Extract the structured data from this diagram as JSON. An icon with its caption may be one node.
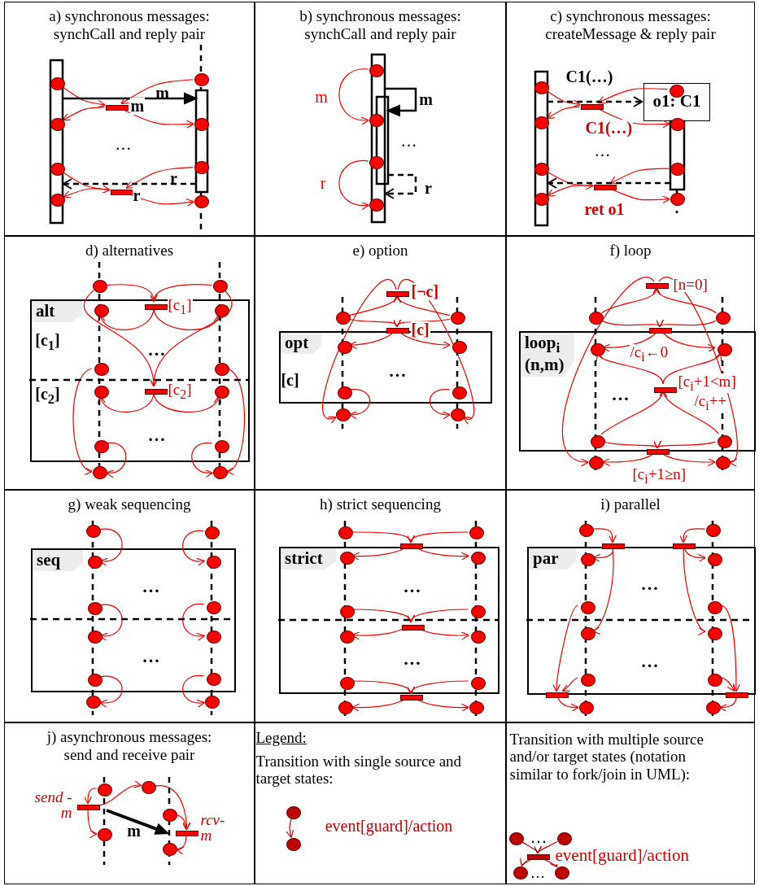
{
  "diagram": {
    "nodes": [
      {
        "text": [
          "a) synchronous messages: synchCall and reply pair",
          "m",
          "…",
          "r"
        ]
      },
      {
        "text": [],
        "shape": "circle",
        "in": 0
      },
      {
        "text": [],
        "shape": "circle",
        "in": 0
      },
      {
        "text": [],
        "shape": "bar",
        "in": 0,
        "beside": [
          "m"
        ]
      },
      {
        "text": [],
        "shape": "circle",
        "in": 0
      },
      {
        "text": [],
        "shape": "circle",
        "in": 0
      },
      {
        "text": [],
        "shape": "circle",
        "in": 0
      },
      {
        "text": [],
        "shape": "circle",
        "in": 0
      },
      {
        "text": [],
        "shape": "bar",
        "in": 0,
        "beside": [
          "r"
        ]
      },
      {
        "text": [],
        "shape": "circle",
        "in": 0
      },
      {
        "text": [],
        "shape": "circle",
        "in": 0
      },
      {
        "text": [
          "b) synchronous messages: synchCall and reply pair",
          "m",
          "…",
          "r"
        ]
      },
      {
        "text": [],
        "shape": "circle",
        "in": 11
      },
      {
        "text": [],
        "shape": "circle",
        "in": 11
      },
      {
        "text": [],
        "shape": "circle",
        "in": 11
      },
      {
        "text": [],
        "shape": "circle",
        "in": 11
      },
      {
        "text": [
          "c) synchronous messages: createMessage & reply pair",
          "C1(…)",
          "…"
        ]
      },
      {
        "text": [],
        "shape": "circle",
        "in": 16
      },
      {
        "text": [
          "o1: C1"
        ],
        "in": 16
      },
      {
        "text": [],
        "shape": "circle",
        "in": 18
      },
      {
        "text": [],
        "shape": "bar",
        "in": 16,
        "beside": [
          "C1(…)"
        ]
      },
      {
        "text": [],
        "shape": "circle",
        "in": 16
      },
      {
        "text": [],
        "shape": "circle",
        "in": 16
      },
      {
        "text": [],
        "shape": "circle",
        "in": 16
      },
      {
        "text": [],
        "shape": "circle",
        "in": 16
      },
      {
        "text": [],
        "shape": "bar",
        "in": 16,
        "beside": [
          "ret o1"
        ]
      },
      {
        "text": [],
        "shape": "circle",
        "in": 16
      },
      {
        "text": [],
        "shape": "circle",
        "in": 16
      },
      {
        "text": [
          "d) alternatives"
        ]
      },
      {
        "text": [
          "alt",
          "[c$_{1}$]",
          "[c$_{2}$]",
          "…",
          "…"
        ],
        "in": 28
      },
      {
        "text": [],
        "shape": "circle",
        "in": 28
      },
      {
        "text": [],
        "shape": "circle",
        "in": 28
      },
      {
        "text": [],
        "shape": "circle",
        "in": 29
      },
      {
        "text": [],
        "shape": "bar",
        "in": 29,
        "beside": [
          "[c$_{1}$]"
        ]
      },
      {
        "text": [],
        "shape": "circle",
        "in": 29
      },
      {
        "text": [],
        "shape": "circle",
        "in": 29
      },
      {
        "text": [],
        "shape": "circle",
        "in": 29
      },
      {
        "text": [],
        "shape": "circle",
        "in": 29
      },
      {
        "text": [],
        "shape": "bar",
        "in": 29,
        "beside": [
          "[c$_{2}$]"
        ]
      },
      {
        "text": [],
        "shape": "circle",
        "in": 29
      },
      {
        "text": [],
        "shape": "circle",
        "in": 29
      },
      {
        "text": [],
        "shape": "circle",
        "in": 29
      },
      {
        "text": [],
        "shape": "circle",
        "in": 28
      },
      {
        "text": [],
        "shape": "circle",
        "in": 28
      },
      {
        "text": [
          "e) option"
        ]
      },
      {
        "text": [
          "opt",
          "[c]",
          "…"
        ],
        "in": 44
      },
      {
        "text": [],
        "shape": "bar",
        "in": 44,
        "beside": [
          "[¬c]"
        ]
      },
      {
        "text": [],
        "shape": "circle",
        "in": 44
      },
      {
        "text": [],
        "shape": "circle",
        "in": 44
      },
      {
        "text": [],
        "shape": "bar",
        "in": 44,
        "beside": [
          "[c]"
        ]
      },
      {
        "text": [],
        "shape": "circle",
        "in": 45
      },
      {
        "text": [],
        "shape": "circle",
        "in": 45
      },
      {
        "text": [],
        "shape": "circle",
        "in": 45
      },
      {
        "text": [],
        "shape": "circle",
        "in": 45
      },
      {
        "text": [],
        "shape": "circle",
        "in": 44
      },
      {
        "text": [],
        "shape": "circle",
        "in": 44
      },
      {
        "text": [
          "f) loop"
        ]
      },
      {
        "text": [
          "loop$_{i}$ (n,m)",
          "…"
        ],
        "in": 56
      },
      {
        "text": [],
        "shape": "bar",
        "in": 56,
        "beside": [
          "[n=0]"
        ]
      },
      {
        "text": [],
        "shape": "circle",
        "in": 56
      },
      {
        "text": [],
        "shape": "circle",
        "in": 56
      },
      {
        "text": [],
        "shape": "bar",
        "in": 56,
        "beside": [
          "/c$_{i}$←0"
        ]
      },
      {
        "text": [],
        "shape": "circle",
        "in": 57
      },
      {
        "text": [],
        "shape": "circle",
        "in": 57
      },
      {
        "text": [],
        "shape": "bar",
        "in": 57,
        "beside": [
          "[c$_{i}$+1<m]",
          "/c$_{i}$++"
        ]
      },
      {
        "text": [],
        "shape": "circle",
        "in": 57
      },
      {
        "text": [],
        "shape": "circle",
        "in": 57
      },
      {
        "text": [],
        "shape": "bar",
        "in": 56,
        "beside": [
          "[c$_{i}$+1≥n]"
        ]
      },
      {
        "text": [],
        "shape": "circle",
        "in": 56
      },
      {
        "text": [],
        "shape": "circle",
        "in": 56
      },
      {
        "text": [
          "g) weak sequencing"
        ]
      },
      {
        "text": [
          "seq",
          "…",
          "…"
        ],
        "in": 70
      },
      {
        "text": [],
        "shape": "circle",
        "in": 70
      },
      {
        "text": [],
        "shape": "circle",
        "in": 70
      },
      {
        "text": [],
        "shape": "circle",
        "in": 71
      },
      {
        "text": [],
        "shape": "circle",
        "in": 71
      },
      {
        "text": [],
        "shape": "circle",
        "in": 71
      },
      {
        "text": [],
        "shape": "circle",
        "in": 71
      },
      {
        "text": [],
        "shape": "circle",
        "in": 71
      },
      {
        "text": [],
        "shape": "circle",
        "in": 71
      },
      {
        "text": [],
        "shape": "circle",
        "in": 71
      },
      {
        "text": [],
        "shape": "circle",
        "in": 71
      },
      {
        "text": [],
        "shape": "circle",
        "in": 70
      },
      {
        "text": [],
        "shape": "circle",
        "in": 70
      },
      {
        "text": [
          "h) strict sequencing"
        ]
      },
      {
        "text": [
          "strict",
          "…",
          "…"
        ],
        "in": 84
      },
      {
        "text": [],
        "shape": "circle",
        "in": 84
      },
      {
        "text": [],
        "shape": "circle",
        "in": 84
      },
      {
        "text": [],
        "shape": "bar",
        "in": 84
      },
      {
        "text": [],
        "shape": "circle",
        "in": 85
      },
      {
        "text": [],
        "shape": "circle",
        "in": 85
      },
      {
        "text": [],
        "shape": "circle",
        "in": 85
      },
      {
        "text": [],
        "shape": "circle",
        "in": 85
      },
      {
        "text": [],
        "shape": "bar",
        "in": 85
      },
      {
        "text": [],
        "shape": "circle",
        "in": 85
      },
      {
        "text": [],
        "shape": "circle",
        "in": 85
      },
      {
        "text": [],
        "shape": "circle",
        "in": 85
      },
      {
        "text": [],
        "shape": "circle",
        "in": 85
      },
      {
        "text": [],
        "shape": "bar",
        "in": 84
      },
      {
        "text": [],
        "shape": "circle",
        "in": 84
      },
      {
        "text": [],
        "shape": "circle",
        "in": 84
      },
      {
        "text": [
          "i) parallel"
        ]
      },
      {
        "text": [
          "par",
          "…",
          "…"
        ],
        "in": 101
      },
      {
        "text": [],
        "shape": "circle",
        "in": 101
      },
      {
        "text": [],
        "shape": "circle",
        "in": 101
      },
      {
        "text": [],
        "shape": "bar",
        "in": 101
      },
      {
        "text": [],
        "shape": "bar",
        "in": 101
      },
      {
        "text": [],
        "shape": "circle",
        "in": 102
      },
      {
        "text": [],
        "shape": "circle",
        "in": 102
      },
      {
        "text": [],
        "shape": "circle",
        "in": 102
      },
      {
        "text": [],
        "shape": "circle",
        "in": 102
      },
      {
        "text": [],
        "shape": "circle",
        "in": 102
      },
      {
        "text": [],
        "shape": "circle",
        "in": 102
      },
      {
        "text": [],
        "shape": "circle",
        "in": 102
      },
      {
        "text": [],
        "shape": "circle",
        "in": 102
      },
      {
        "text": [],
        "shape": "bar",
        "in": 101
      },
      {
        "text": [],
        "shape": "bar",
        "in": 101
      },
      {
        "text": [],
        "shape": "circle",
        "in": 101
      },
      {
        "text": [],
        "shape": "circle",
        "in": 101
      },
      {
        "text": [
          "j) asynchronous messages: send and receive pair",
          "m"
        ]
      },
      {
        "text": [],
        "shape": "circle",
        "in": 119
      },
      {
        "text": [],
        "shape": "circle",
        "in": 119
      },
      {
        "text": [],
        "shape": "bar",
        "in": 119,
        "beside": [
          "send -m"
        ]
      },
      {
        "text": [],
        "shape": "circle",
        "in": 119
      },
      {
        "text": [],
        "shape": "bar",
        "in": 119,
        "beside": [
          "rcv- m"
        ]
      },
      {
        "text": [],
        "shape": "circle",
        "in": 119
      },
      {
        "text": [],
        "shape": "circle",
        "in": 119
      },
      {
        "text": [
          "Legend:",
          "Transition with single source and target states:"
        ]
      },
      {
        "text": [],
        "shape": "circle",
        "in": 127
      },
      {
        "text": [],
        "shape": "circle",
        "in": 127
      },
      {
        "text": [
          "Transition with multiple source and/or target states (notation similar to fork/join in UML):"
        ]
      },
      {
        "text": [],
        "shape": "circle",
        "in": 130
      },
      {
        "text": [],
        "shape": "circle",
        "in": 130
      },
      {
        "text": [],
        "shape": "bar",
        "in": 130,
        "beside": [
          "…",
          "event[guard]/action"
        ]
      },
      {
        "text": [],
        "shape": "circle",
        "in": 130
      },
      {
        "text": [],
        "shape": "circle",
        "in": 130
      }
    ],
    "edges": [
      {
        "from": 1,
        "to": 3,
        "arrow": "to"
      },
      {
        "from": 2,
        "to": 3,
        "arrow": "to"
      },
      {
        "from": 3,
        "to": 4,
        "arrow": "to"
      },
      {
        "from": 3,
        "to": 5,
        "arrow": "to"
      },
      {
        "from": 6,
        "to": 8,
        "arrow": "to"
      },
      {
        "from": 7,
        "to": 8,
        "arrow": "to"
      },
      {
        "from": 8,
        "to": 9,
        "arrow": "to"
      },
      {
        "from": 8,
        "to": 10,
        "arrow": "to"
      },
      {
        "from": 12,
        "to": 13,
        "arrow": "to",
        "label": "m"
      },
      {
        "from": 14,
        "to": 15,
        "arrow": "to",
        "label": "r"
      },
      {
        "from": 17,
        "to": 20,
        "arrow": "to"
      },
      {
        "from": 19,
        "to": 20,
        "arrow": "to"
      },
      {
        "from": 20,
        "to": 21,
        "arrow": "to"
      },
      {
        "from": 20,
        "to": 22,
        "arrow": "to"
      },
      {
        "from": 23,
        "to": 25,
        "arrow": "to"
      },
      {
        "from": 24,
        "to": 25,
        "arrow": "to"
      },
      {
        "from": 25,
        "to": 26,
        "arrow": "to"
      },
      {
        "from": 25,
        "to": 27,
        "arrow": "to"
      },
      {
        "from": 30,
        "to": 33,
        "arrow": "to"
      },
      {
        "from": 31,
        "to": 33,
        "arrow": "to"
      },
      {
        "from": 33,
        "to": 32,
        "arrow": "to"
      },
      {
        "from": 33,
        "to": 34,
        "arrow": "to"
      },
      {
        "from": 30,
        "to": 38,
        "arrow": "to"
      },
      {
        "from": 31,
        "to": 38,
        "arrow": "to"
      },
      {
        "from": 38,
        "to": 37,
        "arrow": "to"
      },
      {
        "from": 38,
        "to": 39,
        "arrow": "to"
      },
      {
        "from": 35,
        "to": 42,
        "arrow": "to"
      },
      {
        "from": 36,
        "to": 43,
        "arrow": "to"
      },
      {
        "from": 40,
        "to": 42,
        "arrow": "to"
      },
      {
        "from": 41,
        "to": 43,
        "arrow": "to"
      },
      {
        "from": 47,
        "to": 46,
        "arrow": "to"
      },
      {
        "from": 48,
        "to": 46,
        "arrow": "to"
      },
      {
        "from": 46,
        "to": 54,
        "arrow": "to"
      },
      {
        "from": 46,
        "to": 55,
        "arrow": "to"
      },
      {
        "from": 47,
        "to": 49,
        "arrow": "to"
      },
      {
        "from": 48,
        "to": 49,
        "arrow": "to"
      },
      {
        "from": 49,
        "to": 50,
        "arrow": "to"
      },
      {
        "from": 49,
        "to": 51,
        "arrow": "to"
      },
      {
        "from": 52,
        "to": 54,
        "arrow": "to"
      },
      {
        "from": 53,
        "to": 55,
        "arrow": "to"
      },
      {
        "from": 59,
        "to": 58,
        "arrow": "to"
      },
      {
        "from": 60,
        "to": 58,
        "arrow": "to"
      },
      {
        "from": 58,
        "to": 68,
        "arrow": "to"
      },
      {
        "from": 58,
        "to": 69,
        "arrow": "to"
      },
      {
        "from": 59,
        "to": 61,
        "arrow": "to"
      },
      {
        "from": 60,
        "to": 61,
        "arrow": "to"
      },
      {
        "from": 61,
        "to": 62,
        "arrow": "to"
      },
      {
        "from": 61,
        "to": 63,
        "arrow": "to"
      },
      {
        "from": 65,
        "to": 64,
        "arrow": "to"
      },
      {
        "from": 66,
        "to": 64,
        "arrow": "to"
      },
      {
        "from": 64,
        "to": 62,
        "arrow": "to"
      },
      {
        "from": 64,
        "to": 63,
        "arrow": "to"
      },
      {
        "from": 65,
        "to": 67,
        "arrow": "to"
      },
      {
        "from": 66,
        "to": 67,
        "arrow": "to"
      },
      {
        "from": 67,
        "to": 68,
        "arrow": "to"
      },
      {
        "from": 67,
        "to": 69,
        "arrow": "to"
      },
      {
        "from": 72,
        "to": 74,
        "arrow": "to"
      },
      {
        "from": 73,
        "to": 75,
        "arrow": "to"
      },
      {
        "from": 76,
        "to": 78,
        "arrow": "to"
      },
      {
        "from": 77,
        "to": 79,
        "arrow": "to"
      },
      {
        "from": 80,
        "to": 82,
        "arrow": "to"
      },
      {
        "from": 81,
        "to": 83,
        "arrow": "to"
      },
      {
        "from": 86,
        "to": 88,
        "arrow": "to"
      },
      {
        "from": 87,
        "to": 88,
        "arrow": "to"
      },
      {
        "from": 88,
        "to": 89,
        "arrow": "to"
      },
      {
        "from": 88,
        "to": 90,
        "arrow": "to"
      },
      {
        "from": 91,
        "to": 93,
        "arrow": "to"
      },
      {
        "from": 92,
        "to": 93,
        "arrow": "to"
      },
      {
        "from": 93,
        "to": 94,
        "arrow": "to"
      },
      {
        "from": 93,
        "to": 95,
        "arrow": "to"
      },
      {
        "from": 96,
        "to": 98,
        "arrow": "to"
      },
      {
        "from": 97,
        "to": 98,
        "arrow": "to"
      },
      {
        "from": 98,
        "to": 99,
        "arrow": "to"
      },
      {
        "from": 98,
        "to": 100,
        "arrow": "to"
      },
      {
        "from": 103,
        "to": 105,
        "arrow": "to"
      },
      {
        "from": 105,
        "to": 107,
        "arrow": "to"
      },
      {
        "from": 105,
        "to": 111,
        "arrow": "to"
      },
      {
        "from": 104,
        "to": 106,
        "arrow": "to"
      },
      {
        "from": 106,
        "to": 108,
        "arrow": "to"
      },
      {
        "from": 106,
        "to": 112,
        "arrow": "to"
      },
      {
        "from": 109,
        "to": 115,
        "arrow": "to"
      },
      {
        "from": 113,
        "to": 115,
        "arrow": "to"
      },
      {
        "from": 115,
        "to": 117,
        "arrow": "to"
      },
      {
        "from": 110,
        "to": 116,
        "arrow": "to"
      },
      {
        "from": 114,
        "to": 116,
        "arrow": "to"
      },
      {
        "from": 116,
        "to": 118,
        "arrow": "to"
      },
      {
        "from": 120,
        "to": 122,
        "arrow": "to"
      },
      {
        "from": 122,
        "to": 125,
        "arrow": "to"
      },
      {
        "from": 122,
        "to": 121,
        "arrow": "to"
      },
      {
        "from": 121,
        "to": 124,
        "arrow": "to"
      },
      {
        "from": 123,
        "to": 124,
        "arrow": "to"
      },
      {
        "from": 124,
        "to": 126,
        "arrow": "to"
      },
      {
        "from": 128,
        "to": 129,
        "arrow": "to",
        "label": "event[guard]/action",
        "color": "#c00000"
      },
      {
        "from": 131,
        "to": 133,
        "arrow": "to",
        "color": "#c00000"
      },
      {
        "from": 132,
        "to": 133,
        "arrow": "to",
        "color": "#c00000"
      },
      {
        "from": 133,
        "to": 134,
        "arrow": "to",
        "color": "#c00000"
      },
      {
        "from": 133,
        "to": 135,
        "arrow": "to",
        "color": "#c00000"
      }
    ],
    "labels": [
      "…"
    ]
  }
}
